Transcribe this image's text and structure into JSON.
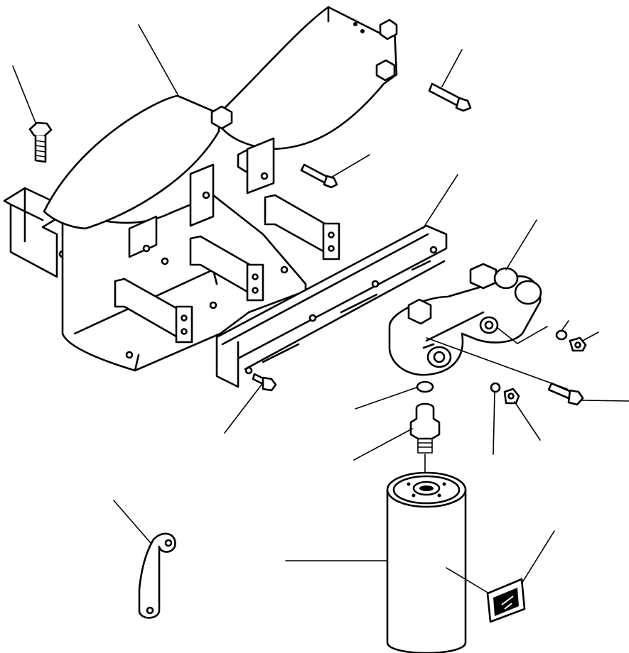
{
  "diagram": {
    "kind": "exploded-parts-view",
    "line_color": "#000000",
    "background": "#ffffff",
    "callout_count": 13,
    "parts": [
      {
        "name": "bracket-frame"
      },
      {
        "name": "hex-bolt-large"
      },
      {
        "name": "hex-bolt-top-right"
      },
      {
        "name": "hex-bolt-mid"
      },
      {
        "name": "mounting-rail"
      },
      {
        "name": "filter-head"
      },
      {
        "name": "small-oring"
      },
      {
        "name": "plug"
      },
      {
        "name": "hex-bolt-right"
      },
      {
        "name": "flange-bolt"
      },
      {
        "name": "oring"
      },
      {
        "name": "nipple"
      },
      {
        "name": "plug-with-gasket"
      },
      {
        "name": "clip"
      },
      {
        "name": "filter-cartridge"
      },
      {
        "name": "caution-label"
      }
    ]
  }
}
